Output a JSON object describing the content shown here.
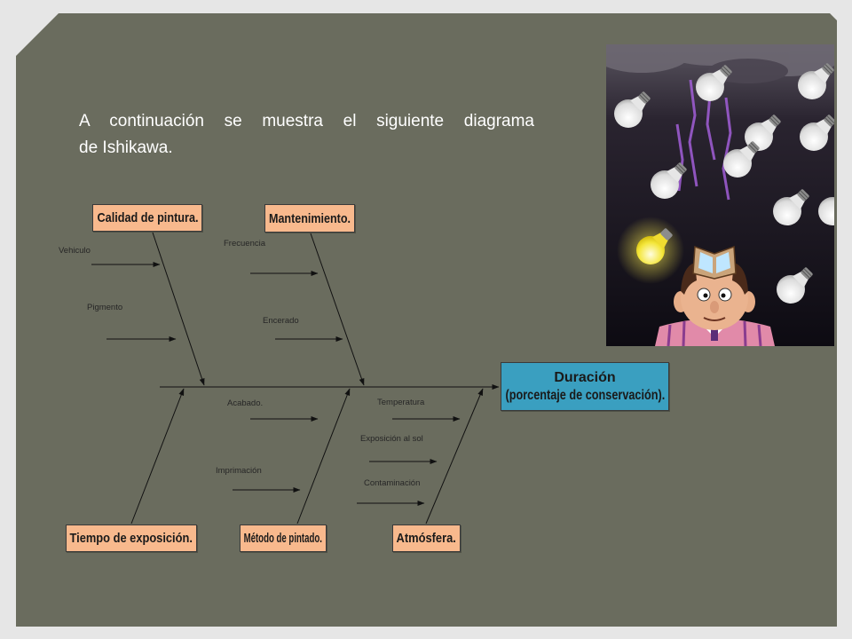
{
  "slide": {
    "intro_lines": [
      "A continuación se muestra el siguiente diagrama",
      "de Ishikawa."
    ]
  },
  "diagram": {
    "effect": {
      "title": "Duración",
      "subtitle": "(porcentaje de conservación)."
    },
    "categories": [
      {
        "name": "Calidad de pintura.",
        "causes": [
          "Vehiculo",
          "Pigmento"
        ]
      },
      {
        "name": "Mantenimiento.",
        "causes": [
          "Frecuencia",
          "Encerado"
        ]
      },
      {
        "name": "Tiempo de exposición.",
        "causes": []
      },
      {
        "name": "Método de pintado.",
        "causes": [
          "Acabado.",
          "Imprimación"
        ]
      },
      {
        "name": "Atmósfera.",
        "causes": [
          "Temperatura",
          "Exposición al sol",
          "Contaminación"
        ]
      }
    ]
  },
  "colors": {
    "panel": "#6a6c5e",
    "category_box": "#f8b98d",
    "effect_box": "#3a9fc0",
    "intro_text": "#ffffff"
  }
}
